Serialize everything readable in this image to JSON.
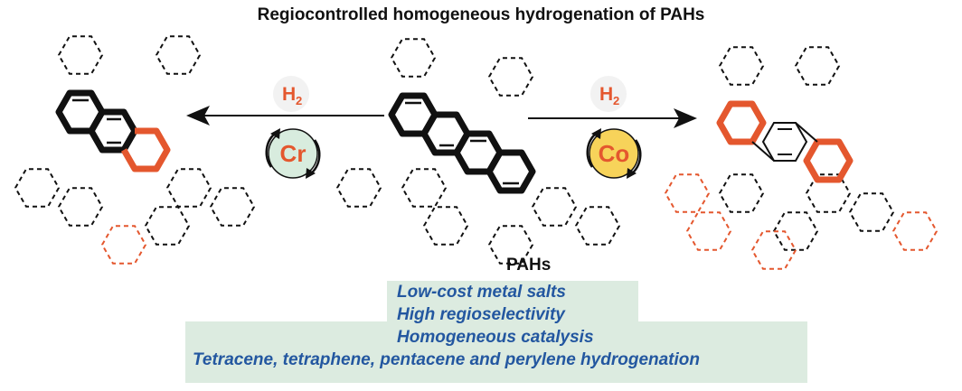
{
  "title": "Regiocontrolled homogeneous hydrogenation of PAHs",
  "substrate_label": "PAHs",
  "left_reaction": {
    "reagent": "H",
    "reagent_subscript": "2",
    "catalyst": "Cr"
  },
  "right_reaction": {
    "reagent": "H",
    "reagent_subscript": "2",
    "catalyst": "Co"
  },
  "features": [
    "Low-cost metal salts",
    "High regioselectivity",
    "Homogeneous catalysis",
    "Tetracene, tetraphene, pentacene and perylene hydrogenation"
  ],
  "colors": {
    "accent_red": "#e4572e",
    "feature_text": "#2357a0",
    "feature_box": "#dcebe0",
    "cr_circle": "#d8ecde",
    "co_circle": "#f7d35a",
    "h2_chip": "#f2f2f2"
  }
}
